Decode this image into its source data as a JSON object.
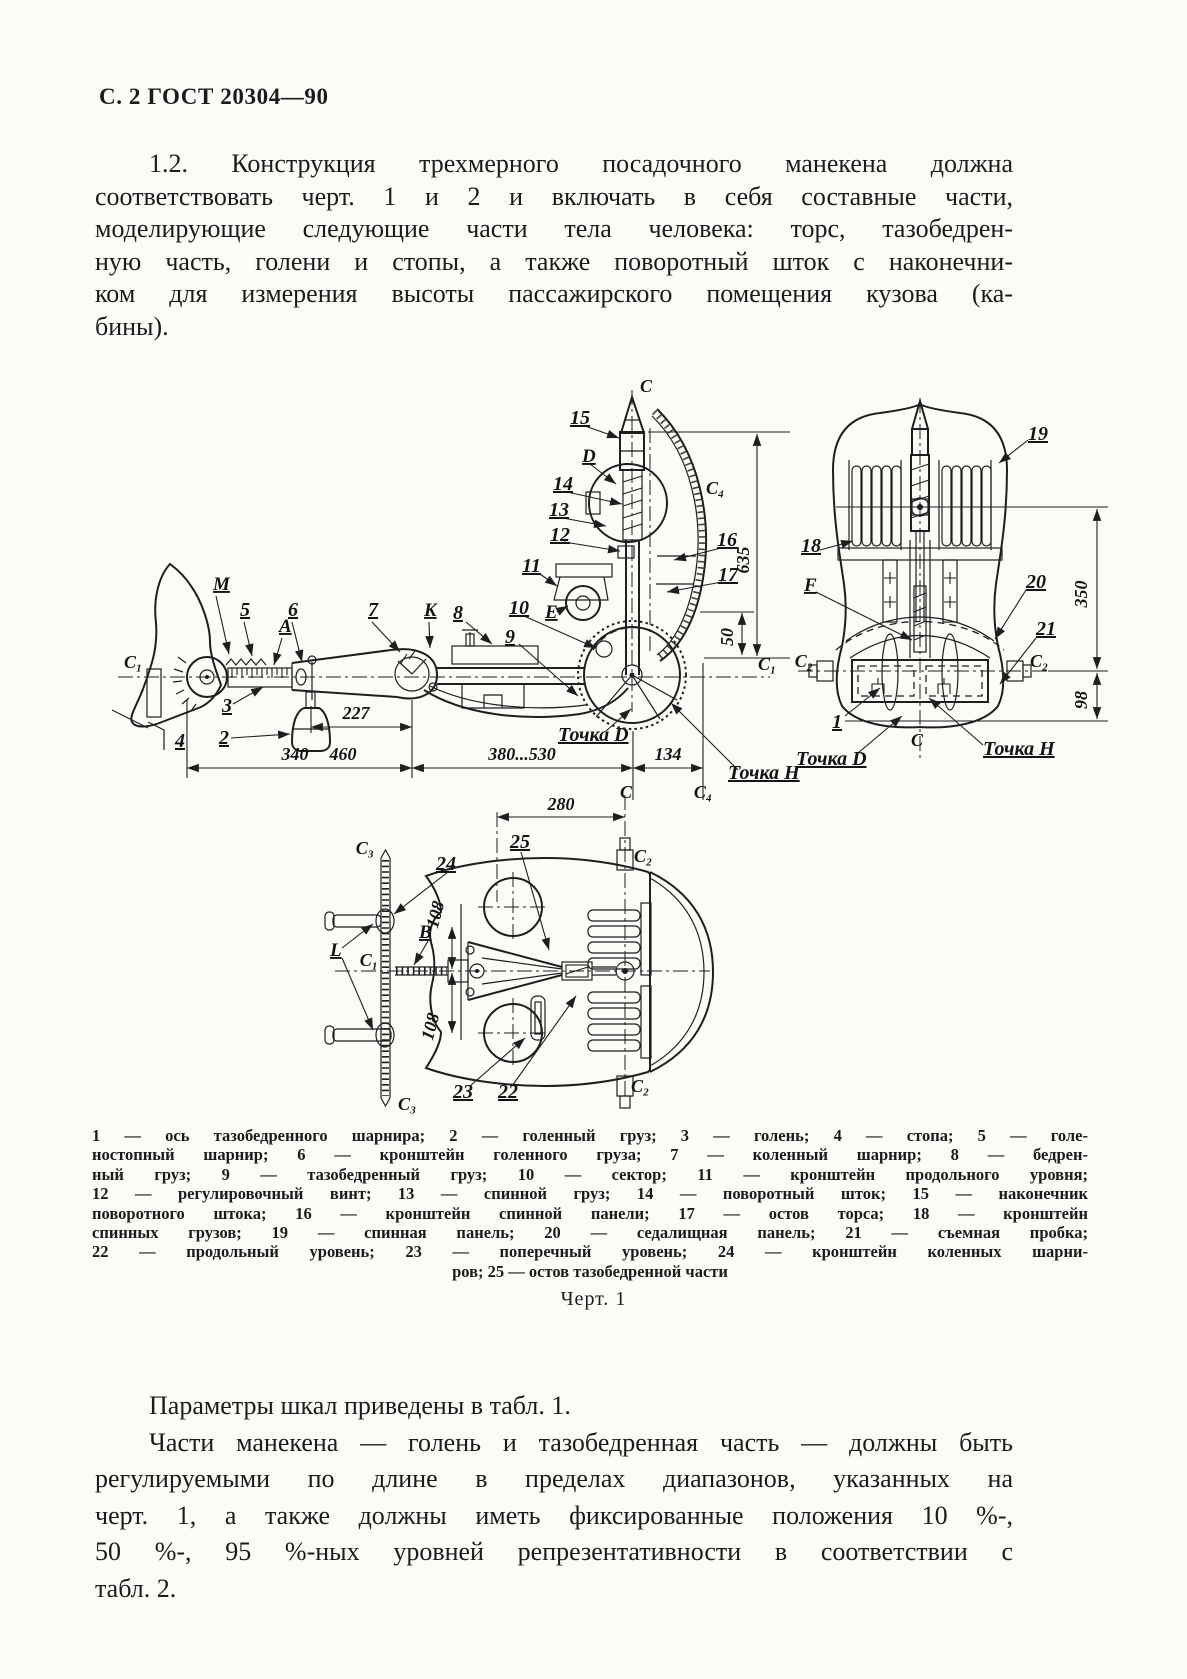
{
  "page": {
    "header": "С. 2  ГОСТ 20304—90"
  },
  "paragraph_top": {
    "lines": [
      "1.2. Конструкция трехмерного  посадочного манекена должна",
      "соответствовать черт. 1 и 2 и  включать в себя  составные части,",
      "моделирующие следующие части тела человека: торс, тазобедрен-",
      "ную часть, голени и стопы, а также поворотный шток с наконечни-",
      "ком для измерения высоты пассажирского помещения кузова (ка-",
      "бины)."
    ]
  },
  "figure": {
    "caption": "Черт. 1",
    "labels": {
      "c": "C",
      "c1": "C₁",
      "c2": "C₂",
      "c3": "C₃",
      "c4": "C₄",
      "m": "M",
      "a": "A",
      "k": "K",
      "e": "E",
      "d": "D",
      "f": "F",
      "l": "L",
      "b": "B",
      "n1": "1",
      "n2": "2",
      "n3": "3",
      "n4": "4",
      "n5": "5",
      "n6": "6",
      "n7": "7",
      "n8": "8",
      "n9": "9",
      "n10": "10",
      "n11": "11",
      "n12": "12",
      "n13": "13",
      "n14": "14",
      "n15": "15",
      "n16": "16",
      "n17": "17",
      "n18": "18",
      "n19": "19",
      "n20": "20",
      "n21": "21",
      "n22": "22",
      "n23": "23",
      "n24": "24",
      "n25": "25",
      "tochka_d": "Точка D",
      "tochka_h": "Точка Н"
    },
    "dims": {
      "d227": "227",
      "d340": "340",
      "d460": "460",
      "d380_530": "380...530",
      "d134": "134",
      "d635": "635",
      "d50": "50",
      "d350": "350",
      "d98": "98",
      "d280": "280",
      "d108": "108"
    },
    "legend_lines": [
      "1 — ось тазобедренного шарнира; 2 — голенный груз; 3 — голень; 4 — стопа; 5 — голе-",
      "ностопный шарнир; 6 — кронштейн голенного груза; 7 — коленный шарнир; 8 — бедрен-",
      "ный груз; 9 — тазобедренный груз; 10 — сектор; 11 — кронштейн продольного уровня;",
      "12 — регулировочный винт; 13 — спинной груз; 14 — поворотный шток; 15 — наконечник",
      "поворотного штока; 16 — кронштейн спинной панели; 17 — остов торса; 18 — кронштейн",
      "спинных грузов; 19 — спинная панель; 20 — седалищная панель; 21 — съемная пробка;",
      "22 — продольный уровень; 23 — поперечный уровень; 24 — кронштейн коленных шарни-",
      "ров; 25 — остов тазобедренной части"
    ]
  },
  "paragraph_bottom": {
    "lines": [
      "Параметры шкал приведены в табл. 1.",
      "Части манекена — голень и тазобедренная часть — должны быть",
      "регулируемыми по  длине в пределах  диапазонов, указанных на",
      "черт. 1, а  также должны иметь фиксированные положения 10 %-,",
      "50 %-, 95 %-ных уровней  репрезентативности  в  соответствии с",
      "табл. 2."
    ]
  }
}
